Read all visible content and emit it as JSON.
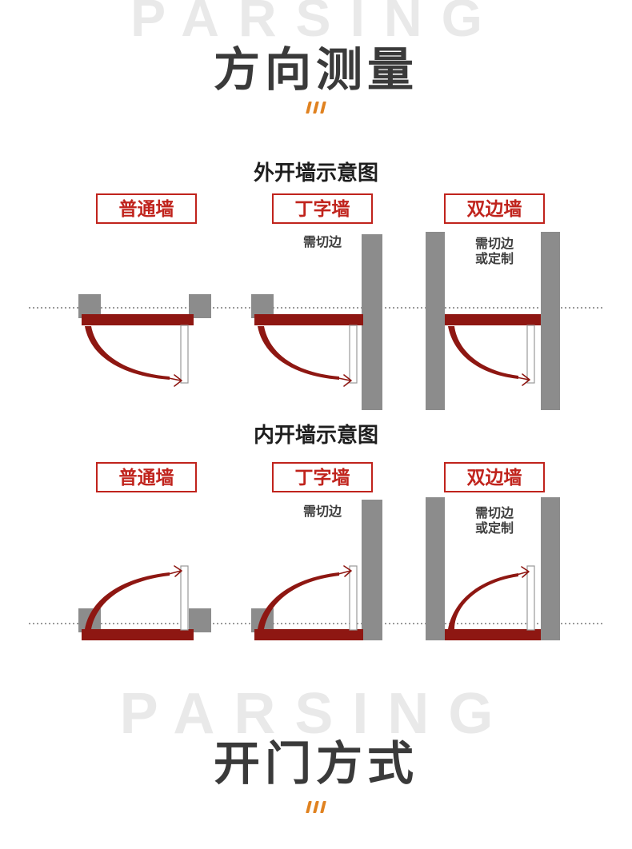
{
  "watermark": "PARSING",
  "title_top": "方向测量",
  "title_bottom": "开门方式",
  "colors": {
    "accent_orange": "#e08220",
    "label_red": "#c0231c",
    "door_red": "#8e1712",
    "wall_gray": "#8c8c8c",
    "title_black": "#3a3a3a",
    "note_gray": "#3f3f3f",
    "watermark_gray": "#e9e9e9"
  },
  "sections": {
    "outer": {
      "heading": "外开墙示意图",
      "panels": [
        {
          "label": "普通墙"
        },
        {
          "label": "丁字墙",
          "note1": "需切边"
        },
        {
          "label": "双边墙",
          "note1": "需切边",
          "note2": "或定制"
        }
      ]
    },
    "inner": {
      "heading": "内开墙示意图",
      "panels": [
        {
          "label": "普通墙"
        },
        {
          "label": "丁字墙",
          "note1": "需切边"
        },
        {
          "label": "双边墙",
          "note1": "需切边",
          "note2": "或定制"
        }
      ]
    }
  }
}
